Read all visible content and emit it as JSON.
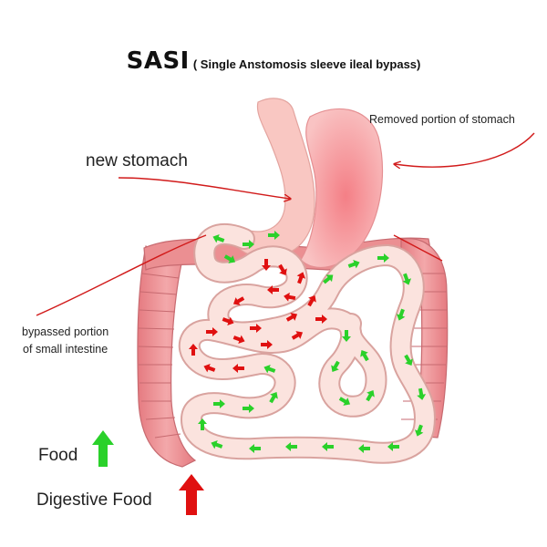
{
  "title": {
    "main": "SASI",
    "subtitle": "( Single Anstomosis sleeve ileal bypass)"
  },
  "labels": {
    "removed_stomach": "Removed portion of stomach",
    "new_stomach": "new stomach",
    "bypassed_line1": "bypassed portion",
    "bypassed_line2": "of small intestine",
    "food": "Food",
    "digestive_food": "Digestive Food"
  },
  "legend": {
    "food_arrow_color": "#2ad12a",
    "digestive_arrow_color": "#e01010",
    "food_arrow_icon": "up-arrow-icon",
    "digestive_arrow_icon": "up-arrow-icon"
  },
  "colors": {
    "stomach_fill": "#f7b9b5",
    "removed_stomach_fill": "#f59da0",
    "intestine_fill": "#fbdcd6",
    "intestine_outline": "#d98f8f",
    "colon_fill": "#eb8f92",
    "annotation_line": "#d11a1a"
  }
}
